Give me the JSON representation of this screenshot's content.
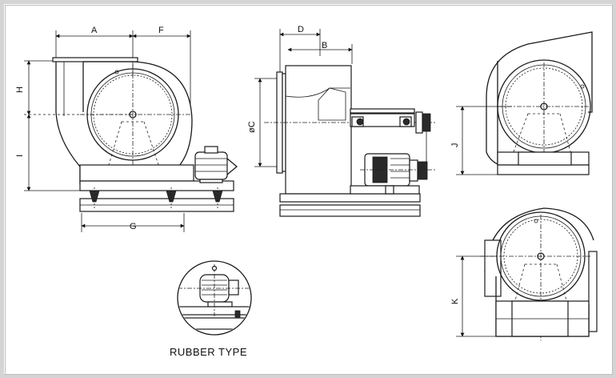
{
  "labels": {
    "A": "A",
    "F": "F",
    "H": "H",
    "I": "I",
    "G": "G",
    "D": "D",
    "B": "B",
    "C": "øC",
    "J": "J",
    "K": "K"
  },
  "caption": "RUBBER TYPE"
}
